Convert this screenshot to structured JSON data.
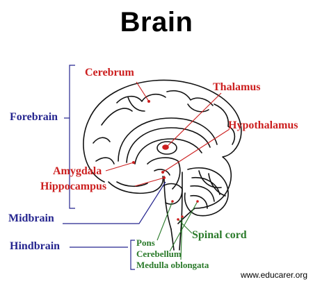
{
  "title": "Brain",
  "labels": {
    "cerebrum": "Cerebrum",
    "thalamus": "Thalamus",
    "hypothalamus": "Hypothalamus",
    "amygdala": "Amygdala",
    "hippocampus": "Hippocampus",
    "forebrain": "Forebrain",
    "midbrain": "Midbrain",
    "hindbrain": "Hindbrain",
    "spinal_cord": "Spinal cord",
    "pons": "Pons",
    "cerebellum": "Cerebellum",
    "medulla_oblongata": "Medulla oblongata"
  },
  "credit": "www.educarer.org",
  "colors": {
    "red_label": "#cc1f1f",
    "blue_label": "#25258f",
    "green_label": "#2a7a2a",
    "drawing": "#111111"
  }
}
